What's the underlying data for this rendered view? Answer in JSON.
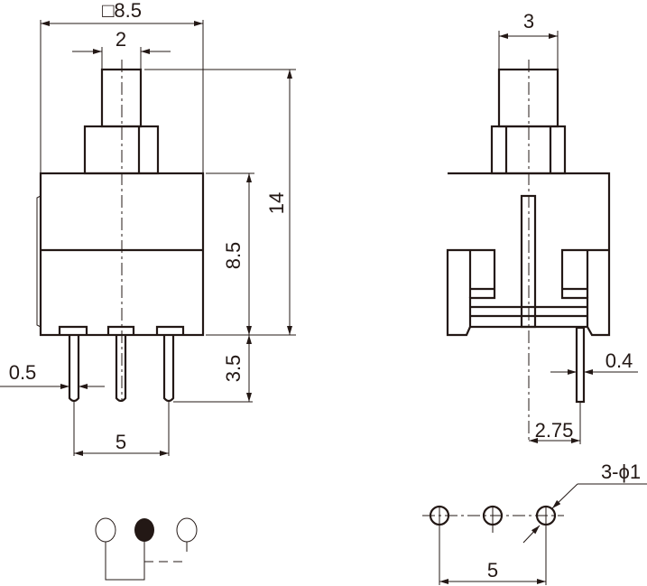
{
  "front_view": {
    "body_width": "□8.5",
    "plunger_width": "2",
    "total_height": "14",
    "body_height": "8.5",
    "pin_length": "3.5",
    "pin_width": "0.5",
    "pin_pitch": "5"
  },
  "side_view": {
    "plunger_width": "3",
    "pin_thickness": "0.4",
    "pin_offset": "2.75"
  },
  "footprint": {
    "hole_spec": "3-ϕ1",
    "hole_pitch": "5"
  },
  "colors": {
    "line": "#231815"
  }
}
